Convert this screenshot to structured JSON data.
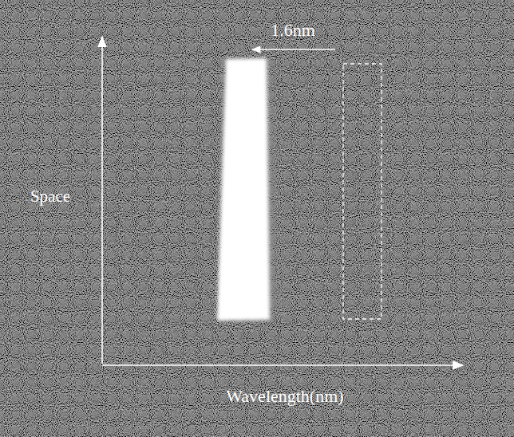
{
  "diagram": {
    "labels": [
      "1.6nm",
      "Space",
      "Wavelength(nm)"
    ]
  }
}
